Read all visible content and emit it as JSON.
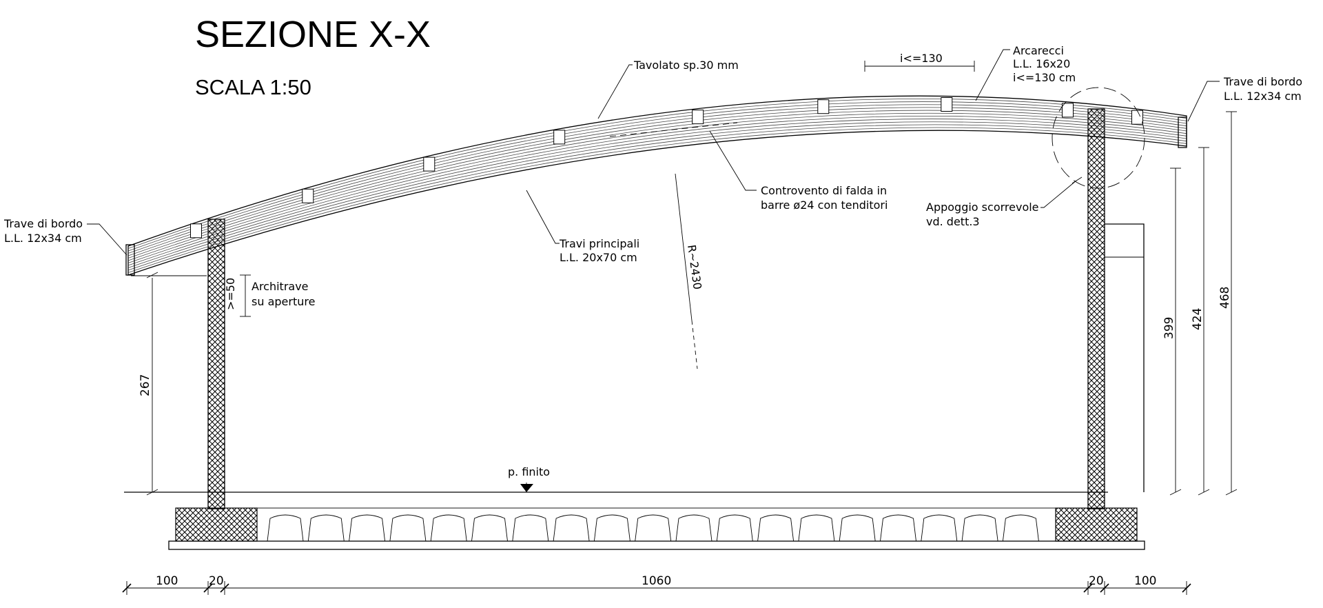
{
  "title": "SEZIONE X-X",
  "scale": "SCALA 1:50",
  "labels": {
    "tavolato": "Tavolato sp.30 mm",
    "spacing_top": "i<=130",
    "arcarecci": [
      "Arcarecci",
      "L.L. 16x20",
      "i<=130 cm"
    ],
    "trave_bordo_right": [
      "Trave di bordo",
      "L.L. 12x34 cm"
    ],
    "trave_bordo_left": [
      "Trave di bordo",
      "L.L. 12x34 cm"
    ],
    "controvento": [
      "Controvento di falda in",
      "barre ø24 con tenditori"
    ],
    "appoggio": [
      "Appoggio scorrevole",
      "vd. dett.3"
    ],
    "travi_principali": [
      "Travi principali",
      "L.L. 20x70 cm"
    ],
    "radius": "R~2430",
    "architrave": [
      "Architrave",
      "su aperture"
    ],
    "architrave_dim": ">=50",
    "floor": "p. finito"
  },
  "dimensions": {
    "left_height": "267",
    "right_heights": [
      "399",
      "424",
      "468"
    ],
    "bottom": [
      "100",
      "20",
      "1060",
      "20",
      "100"
    ]
  }
}
